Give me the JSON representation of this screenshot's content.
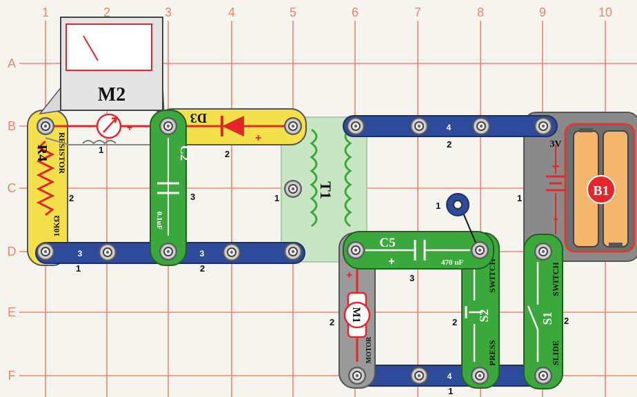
{
  "grid": {
    "columns": [
      "1",
      "2",
      "3",
      "4",
      "5",
      "6",
      "7",
      "8",
      "9",
      "10"
    ],
    "rows": [
      "A",
      "B",
      "C",
      "D",
      "E",
      "F"
    ]
  },
  "colors": {
    "grid": "#f0836b",
    "wire": "#2e4a9a",
    "green_part": "#3aa83a",
    "yellow_part": "#f3e04a",
    "red": "#e4262a",
    "orange": "#f5b56a",
    "gray": "#9a9a9a"
  },
  "components": {
    "meter": {
      "label": "M2",
      "level": 1
    },
    "resistor": {
      "label": "R4",
      "type": "RESISTOR",
      "value": "10KΩ",
      "level": "2"
    },
    "diode": {
      "label": "D3",
      "level": "2",
      "polarity": "+"
    },
    "capacitor_c2": {
      "label": "C2",
      "value": "0.1uF",
      "level": "3"
    },
    "transformer": {
      "label": "T1",
      "level": "1"
    },
    "capacitor_c5": {
      "label": "C5",
      "value": "470 uF",
      "level": "3",
      "polarity": "+"
    },
    "motor": {
      "label": "M1",
      "type": "MOTOR",
      "level": "2",
      "polarity": "+"
    },
    "press_switch": {
      "label": "S2",
      "type": "PRESS",
      "type2": "SWITCH",
      "level": "2"
    },
    "slide_switch": {
      "label": "S1",
      "type": "SLIDE",
      "type2": "SWITCH",
      "level": "2"
    },
    "battery": {
      "label": "B1",
      "voltage": "3V",
      "level": "1",
      "plus": "+",
      "minus": "-"
    },
    "jumper": {
      "level": "1"
    },
    "wire_b4": {
      "length": "4",
      "level": "2"
    },
    "wire_d3_left": {
      "length": "3",
      "level": "1"
    },
    "wire_d3_right": {
      "length": "3",
      "level": "2"
    },
    "wire_f4": {
      "length": "4",
      "level": "1"
    }
  }
}
